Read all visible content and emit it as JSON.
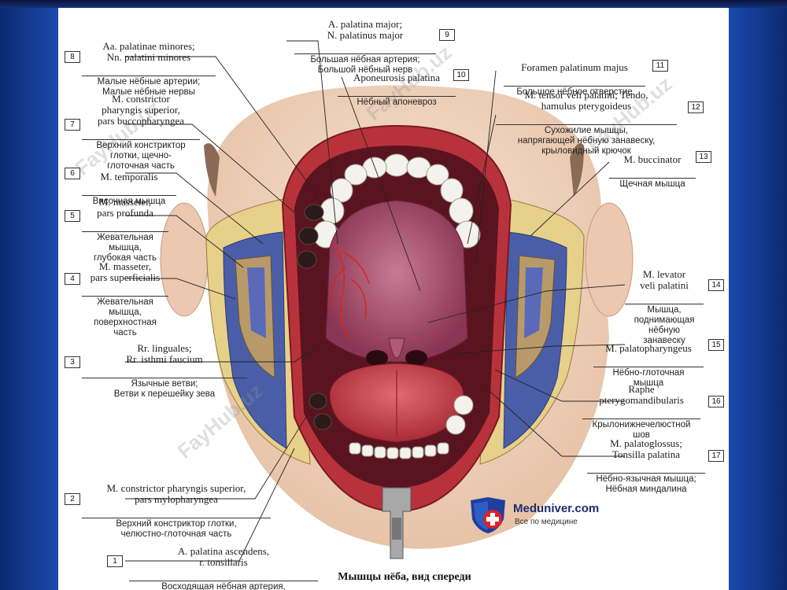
{
  "labels": {
    "l1": {
      "num": "1",
      "lat": "A. palatina ascendens,\nr. tonsillaris",
      "ru": "Восходящая нёбная артерия,\nминдаликовая ветвь"
    },
    "l2": {
      "num": "2",
      "lat": "M. constrictor pharyngis superior,\npars mylopharyngea",
      "ru": "Верхний констриктор глотки,\nчелюстно-глоточная часть"
    },
    "l3": {
      "num": "3",
      "lat": "Rr. linguales;\nRr. isthmi faucium",
      "ru": "Язычные ветви;\nВетви к перешейку зева"
    },
    "l4": {
      "num": "4",
      "lat": "M. masseter,\npars superficialis",
      "ru": "Жевательная\nмышца,\nповерхностная\nчасть"
    },
    "l5": {
      "num": "5",
      "lat": "M. masseter,\npars profunda",
      "ru": "Жевательная\nмышца,\nглубокая часть"
    },
    "l6": {
      "num": "6",
      "lat": "M. temporalis",
      "ru": "Височная мышца"
    },
    "l7": {
      "num": "7",
      "lat": "M. constrictor\npharyngis superior,\npars buccopharyngea",
      "ru": "Верхний констриктор\nглотки, щечно-\nглоточная часть"
    },
    "l8": {
      "num": "8",
      "lat": "Aa. palatinae minores;\nNn. palatini minores",
      "ru": "Малые нёбные артерии;\nМалые нёбные нервы"
    },
    "l9": {
      "num": "9",
      "lat": "A. palatina major;\nN. palatinus major",
      "ru": "Большая нёбная артерия;\nБольшой нёбный нерв"
    },
    "l10": {
      "num": "10",
      "lat": "Aponeurosis palatina",
      "ru": "Нёбный апоневроз"
    },
    "l11": {
      "num": "11",
      "lat": "Foramen palatinum majus",
      "ru": "Большое нёбное отверстие"
    },
    "l12": {
      "num": "12",
      "lat": "M. tensor veli palatini; Tendo,\nhamulus pterygoideus",
      "ru": "Сухожилие мышцы,\nнапрягающей нёбную занавеску,\nкрыловидный крючок"
    },
    "l13": {
      "num": "13",
      "lat": "M. buccinator",
      "ru": "Щечная мышца"
    },
    "l14": {
      "num": "14",
      "lat": "M. levator\nveli palatini",
      "ru": "Мышца,\nподнимающая\nнёбную\nзанавеску"
    },
    "l15": {
      "num": "15",
      "lat": "M. palatopharyngeus",
      "ru": "Нёбно-глоточная\nмышца"
    },
    "l16": {
      "num": "16",
      "lat": "Raphe\npterygomandibularis",
      "ru": "Крылонижнечелюстной\nшов"
    },
    "l17": {
      "num": "17",
      "lat": "M. palatoglossus;\nTonsilla palatina",
      "ru": "Нёбно-язычная мышца;\nНёбная миндалина"
    }
  },
  "caption": "Мышцы нёба, вид спереди",
  "logo": {
    "name": "Meduniver.com",
    "tagline": "Все по медицине"
  },
  "watermark": "FayHub.uz",
  "colors": {
    "lip": "#b8323c",
    "palate": "#a8506e",
    "tongue": "#c0404c",
    "muscle_blue": "#4a5ea8",
    "fat": "#e8d08a",
    "skin": "#f0d6c2"
  }
}
